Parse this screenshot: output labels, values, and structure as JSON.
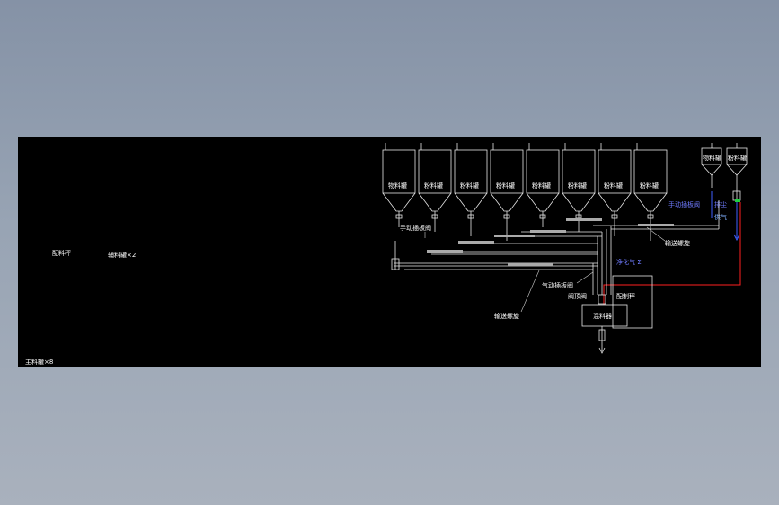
{
  "labels": {
    "silo": "粉料罐",
    "silo_alt": "物料罐",
    "ingredient_scale": "配料秤",
    "auxiliary_silo": "辅料罐×2",
    "main_silo": "主料罐×8",
    "manual_gate_valve": "手动插板阀",
    "screw_conveyor": "输送螺旋",
    "screw_conveyor2": "输送螺旋",
    "pneumatic_gate_valve": "气动插板阀",
    "purge_air": "净化气 Σ",
    "top_valve": "阀顶阀",
    "batch_scale": "配制秤",
    "mixer": "混料器",
    "manual_gate_valve_right": "手动插板阀",
    "dust_vent": "排尘",
    "air_supply": "供气"
  },
  "colors": {
    "background_gradient_top": "#8592a6",
    "canvas": "#000000",
    "line": "#e8e8e8",
    "red_line": "#ff2020",
    "blue_line": "#4060ff",
    "green_marker": "#20d040"
  }
}
